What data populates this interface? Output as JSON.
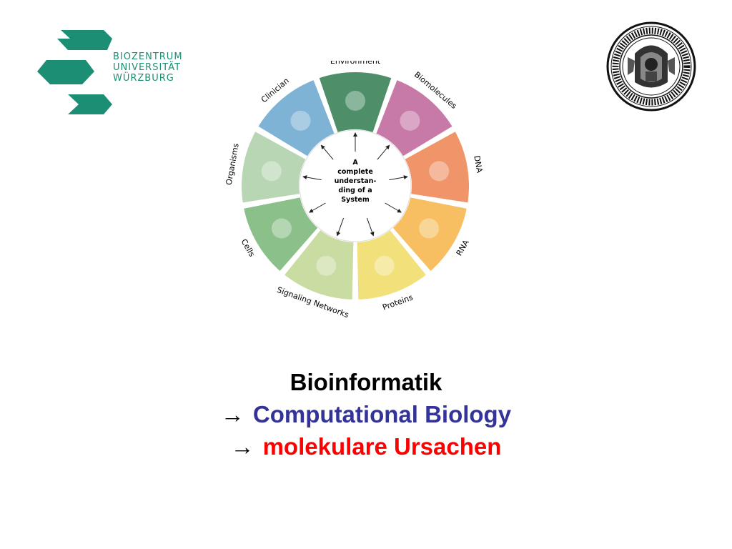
{
  "logo": {
    "lines": [
      "BIOZENTRUM",
      "UNIVERSITÄT",
      "WÜRZBURG"
    ],
    "color": "#1c8e73"
  },
  "seal": {
    "icon": "university-seal"
  },
  "wheel": {
    "segments": [
      "Environment",
      "Biomolecules",
      "DNA",
      "RNA",
      "Proteins",
      "Signaling Networks",
      "Cells",
      "Organisms",
      "Clinician"
    ],
    "center_lines": [
      "A",
      "complete",
      "understan-",
      "ding of a",
      "System"
    ]
  },
  "title": {
    "line1": "Bioinformatik",
    "line2_arrow": "→",
    "line2": "Computational Biology",
    "line3_arrow": "→",
    "line3": "molekulare Ursachen",
    "colors": {
      "line1": "#000000",
      "line2": "#333399",
      "line3": "#ff0000"
    }
  }
}
